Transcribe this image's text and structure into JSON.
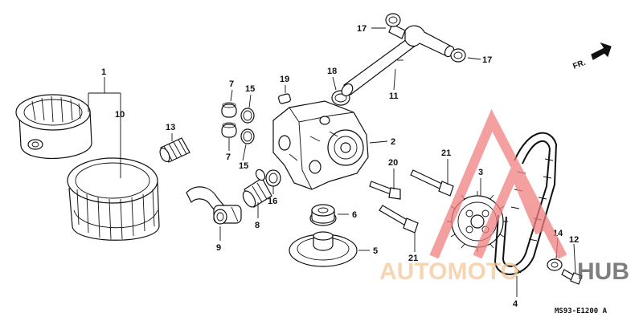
{
  "diagram": {
    "callouts": [
      {
        "id": "c1",
        "text": "1"
      },
      {
        "id": "c10",
        "text": "10"
      },
      {
        "id": "c13",
        "text": "13"
      },
      {
        "id": "c7a",
        "text": "7"
      },
      {
        "id": "c15a",
        "text": "15"
      },
      {
        "id": "c7b",
        "text": "7"
      },
      {
        "id": "c15b",
        "text": "15"
      },
      {
        "id": "c19",
        "text": "19"
      },
      {
        "id": "c18",
        "text": "18"
      },
      {
        "id": "c17a",
        "text": "17"
      },
      {
        "id": "c17b",
        "text": "17"
      },
      {
        "id": "c11",
        "text": "11"
      },
      {
        "id": "c2",
        "text": "2"
      },
      {
        "id": "c16",
        "text": "16"
      },
      {
        "id": "c8",
        "text": "8"
      },
      {
        "id": "c9",
        "text": "9"
      },
      {
        "id": "c6",
        "text": "6"
      },
      {
        "id": "c5",
        "text": "5"
      },
      {
        "id": "c20",
        "text": "20"
      },
      {
        "id": "c21a",
        "text": "21"
      },
      {
        "id": "c21b",
        "text": "21"
      },
      {
        "id": "c3",
        "text": "3"
      },
      {
        "id": "c4",
        "text": "4"
      },
      {
        "id": "c14",
        "text": "14"
      },
      {
        "id": "c12",
        "text": "12"
      }
    ],
    "front_indicator": "FR.",
    "diagram_code": "MS93-E1200 A"
  },
  "watermark": {
    "text_a": "AUTOMOTO",
    "text_b": "HUB",
    "color_a": "#f5c89a",
    "color_b": "#555555",
    "triangle_color": "#f08080"
  }
}
